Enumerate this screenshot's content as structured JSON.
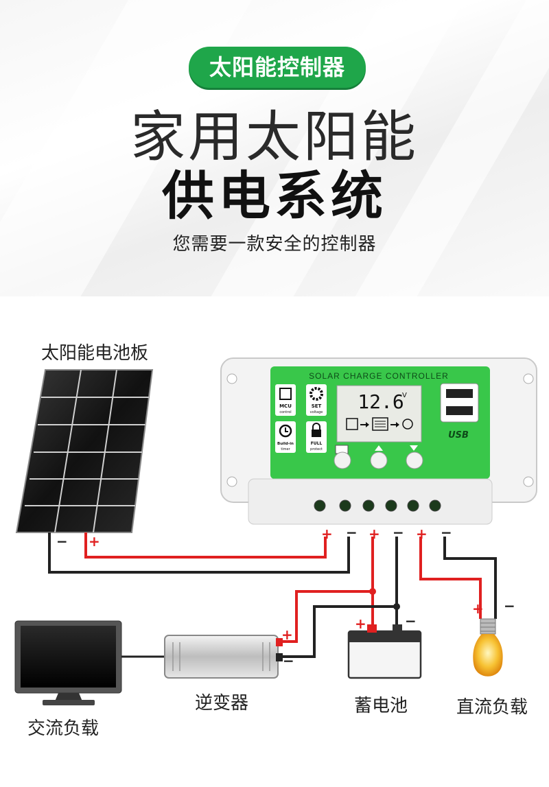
{
  "header": {
    "badge": "太阳能控制器",
    "title_line1": "家用太阳能",
    "title_line2": "供电系统",
    "subtitle": "您需要一款安全的控制器"
  },
  "controller": {
    "brand_text": "SOLAR CHARGE CONTROLLER",
    "display_value": "12.6",
    "display_unit": "V",
    "feature_mcu": "MCU",
    "feature_mcu_sub": "control",
    "feature_set": "SET",
    "feature_set_sub": "voltage",
    "feature_timer": "Build-in",
    "feature_timer_sub": "timer",
    "feature_protect": "FULL",
    "feature_protect_sub": "protect",
    "usb_label": "USB"
  },
  "labels": {
    "solar_panel": "太阳能电池板",
    "inverter": "逆变器",
    "battery": "蓄电池",
    "dc_load": "直流负载",
    "ac_load": "交流负载"
  },
  "signs": {
    "plus": "+",
    "minus": "−"
  },
  "colors": {
    "green_badge": "#1fa64a",
    "controller_green": "#39c74a",
    "wire_red": "#e02020",
    "wire_black": "#222222"
  }
}
